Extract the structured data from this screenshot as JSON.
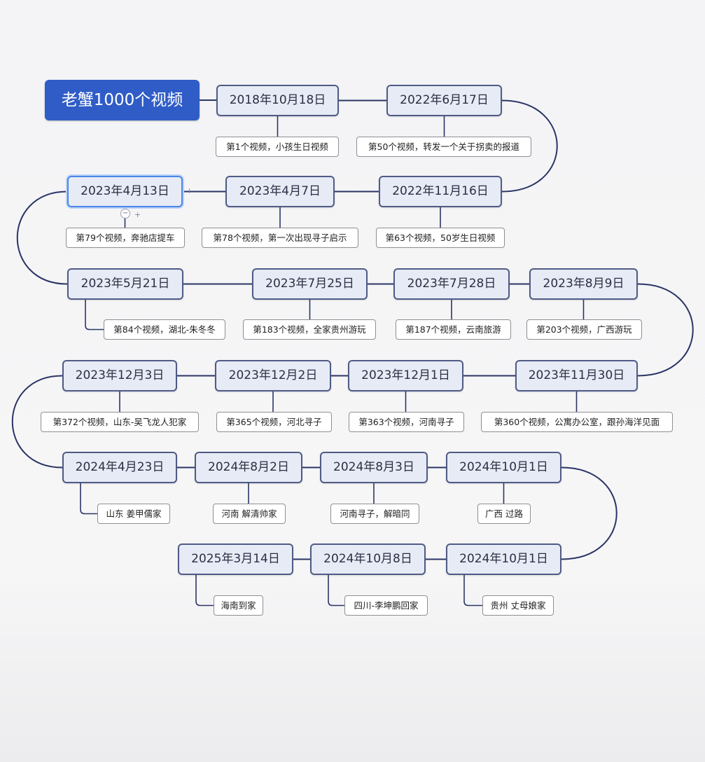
{
  "title": "老蟹1000个视频",
  "colors": {
    "title_bg": "#2f5cc7",
    "node_bg": "#e7ebf5",
    "node_border": "#4f5b86",
    "connector": "#2b3566",
    "selected_border": "#4a86e8"
  },
  "icons": {
    "collapse": "minus-circle-icon",
    "add": "plus-icon"
  },
  "selected_node": "2023年4月13日",
  "timeline": [
    {
      "date": "2018年10月18日",
      "label": "第1个视频，小孩生日视频"
    },
    {
      "date": "2022年6月17日",
      "label": "第50个视频，转发一个关于拐卖的报道"
    },
    {
      "date": "2022年11月16日",
      "label": "第63个视频，50岁生日视频"
    },
    {
      "date": "2023年4月7日",
      "label": "第78个视频，第一次出现寻子启示"
    },
    {
      "date": "2023年4月13日",
      "label": "第79个视频，奔驰店提车"
    },
    {
      "date": "2023年5月21日",
      "label": "第84个视频，湖北-朱冬冬"
    },
    {
      "date": "2023年7月25日",
      "label": "第183个视频，全家贵州游玩"
    },
    {
      "date": "2023年7月28日",
      "label": "第187个视频，云南旅游"
    },
    {
      "date": "2023年8月9日",
      "label": "第203个视频，广西游玩"
    },
    {
      "date": "2023年11月30日",
      "label": "第360个视频，公寓办公室，跟孙海洋见面"
    },
    {
      "date": "2023年12月1日",
      "label": "第363个视频，河南寻子"
    },
    {
      "date": "2023年12月2日",
      "label": "第365个视频，河北寻子"
    },
    {
      "date": "2023年12月3日",
      "label": "第372个视频，山东-吴飞龙人犯家"
    },
    {
      "date": "2024年4月23日",
      "label": "山东 姜甲儒家"
    },
    {
      "date": "2024年8月2日",
      "label": "河南 解清帅家"
    },
    {
      "date": "2024年8月3日",
      "label": "河南寻子，解暗同"
    },
    {
      "date": "2024年10月1日",
      "label": "广西 过路"
    },
    {
      "date": "2024年10月1日",
      "label": "贵州 丈母娘家"
    },
    {
      "date": "2024年10月8日",
      "label": "四川-李坤鹏回家"
    },
    {
      "date": "2025年3月14日",
      "label": "海南到家"
    }
  ]
}
